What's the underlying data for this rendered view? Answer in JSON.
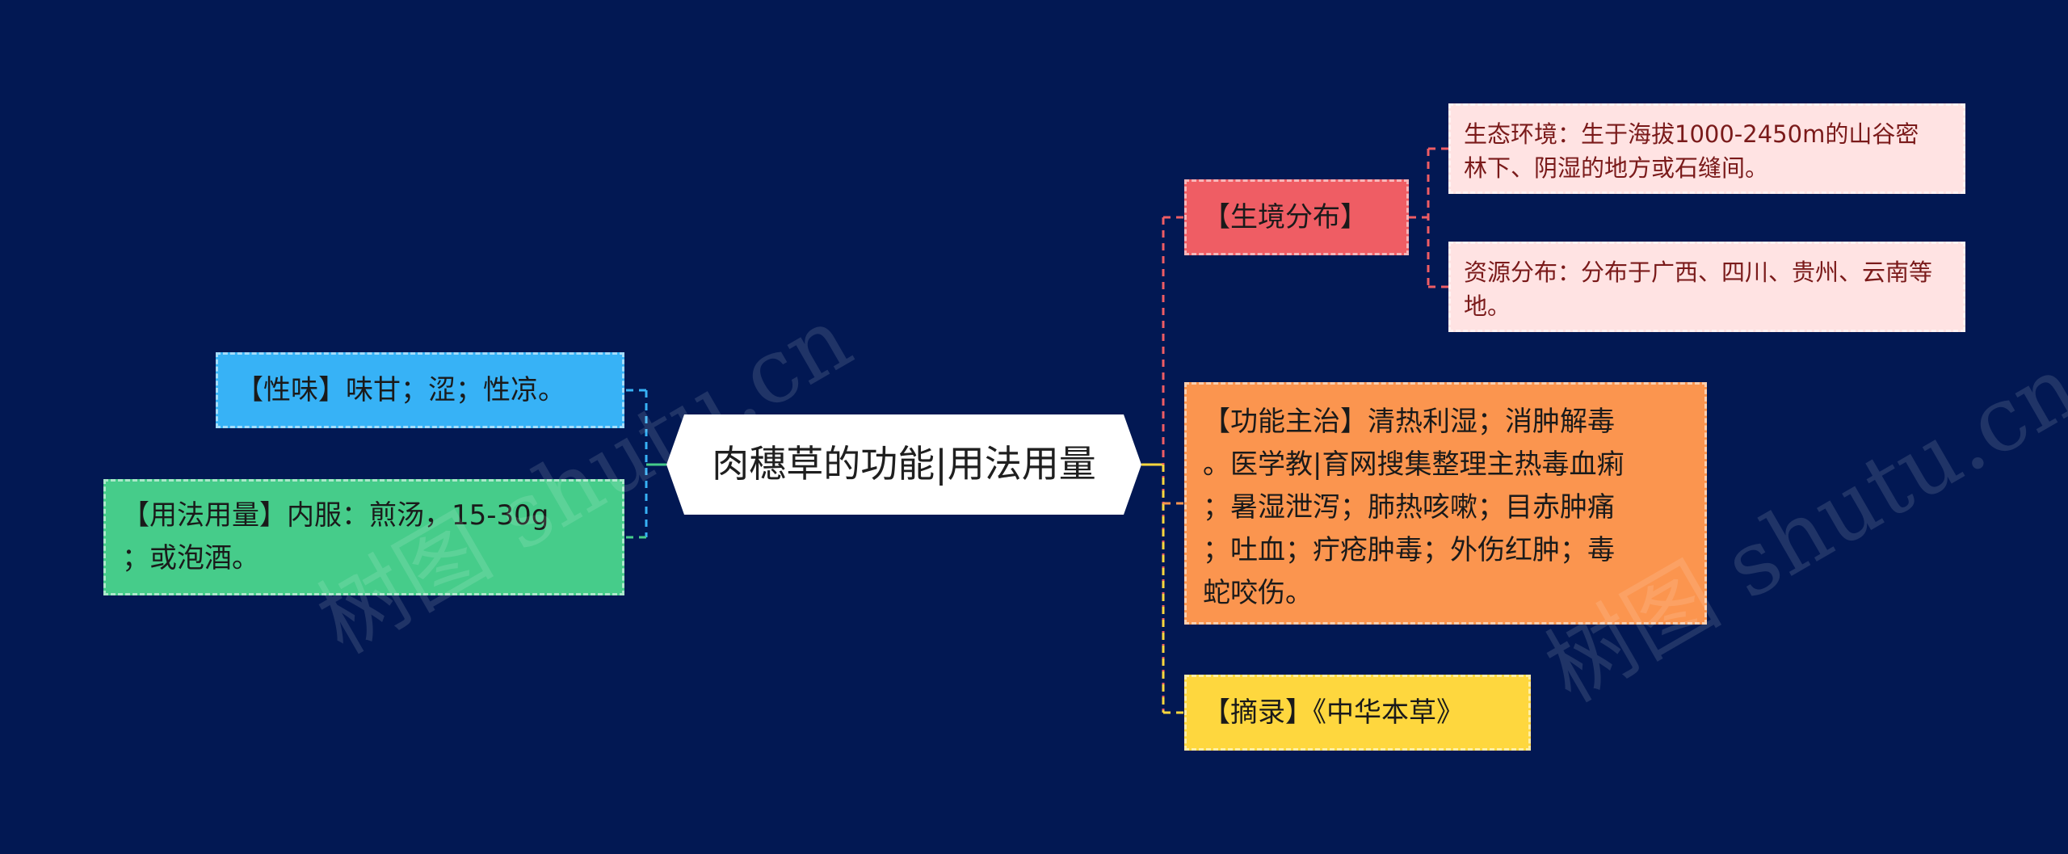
{
  "colors": {
    "background": "#021853",
    "center": "#ffffff",
    "xingwei": "#37b2f6",
    "yongfa": "#46cc8a",
    "shengjing": "#ef5d64",
    "shengjing_child": "#ffe3e3",
    "gongneng": "#fb954f",
    "zhailu": "#fed73e"
  },
  "center": {
    "label": "肉穗草的功能|用法用量"
  },
  "left": [
    {
      "id": "xingwei",
      "lines": [
        "【性味】味甘；涩；性凉。"
      ]
    },
    {
      "id": "yongfa",
      "lines": [
        "【用法用量】内服：煎汤，15-30g",
        "；或泡酒。"
      ]
    }
  ],
  "right": [
    {
      "id": "shengjing",
      "lines": [
        "【生境分布】"
      ],
      "children": [
        {
          "id": "st",
          "lines": [
            "生态环境：生于海拔1000-2450m的山谷密",
            "林下、阴湿的地方或石缝间。"
          ]
        },
        {
          "id": "zy",
          "lines": [
            "资源分布：分布于广西、四川、贵州、云南等",
            "地。"
          ]
        }
      ]
    },
    {
      "id": "gongneng",
      "lines": [
        "【功能主治】清热利湿；消肿解毒",
        "。医学教|育网搜集整理主热毒血痢",
        "；暑湿泄泻；肺热咳嗽；目赤肿痛",
        "；吐血；疔疮肿毒；外伤红肿；毒",
        "蛇咬伤。"
      ]
    },
    {
      "id": "zhailu",
      "lines": [
        "【摘录】《中华本草》"
      ]
    }
  ],
  "watermark": [
    "树图 shutu.cn",
    "树图 shutu.cn"
  ]
}
